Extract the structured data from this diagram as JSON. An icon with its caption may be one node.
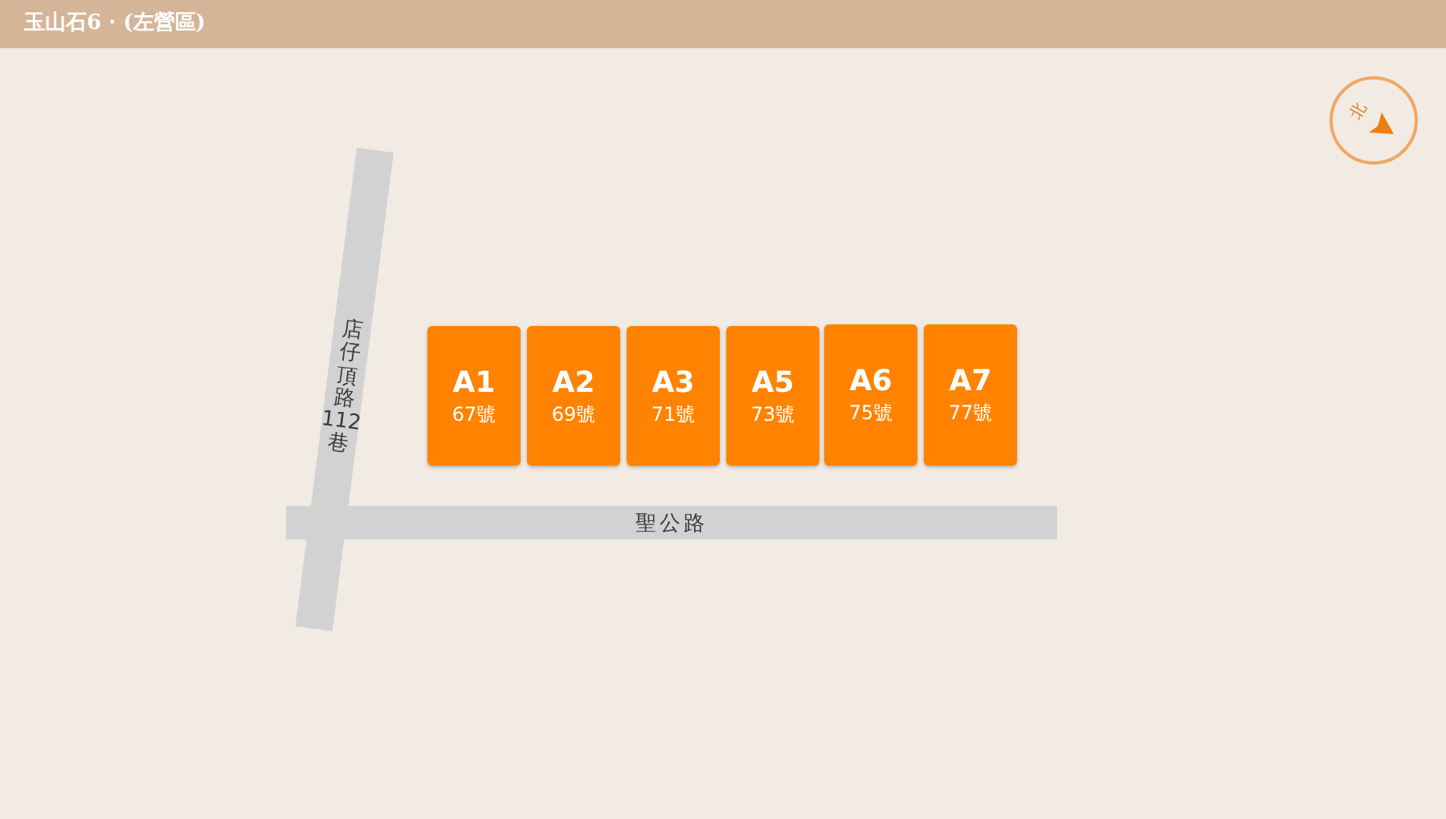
{
  "diagram": {
    "title": "玉山石6 · (左營區)",
    "nodes": [
      {
        "text": [
          "店仔頂路112巷"
        ]
      },
      {
        "text": [
          "A1",
          "67號"
        ]
      },
      {
        "text": [
          "A2",
          "69號"
        ]
      },
      {
        "text": [
          "A3",
          "71號"
        ]
      },
      {
        "text": [
          "A5",
          "73號"
        ]
      },
      {
        "text": [
          "A6",
          "75號"
        ]
      },
      {
        "text": [
          "A7",
          "77號"
        ]
      },
      {
        "text": [
          "聖公路"
        ]
      }
    ],
    "labels": [
      "北"
    ]
  }
}
